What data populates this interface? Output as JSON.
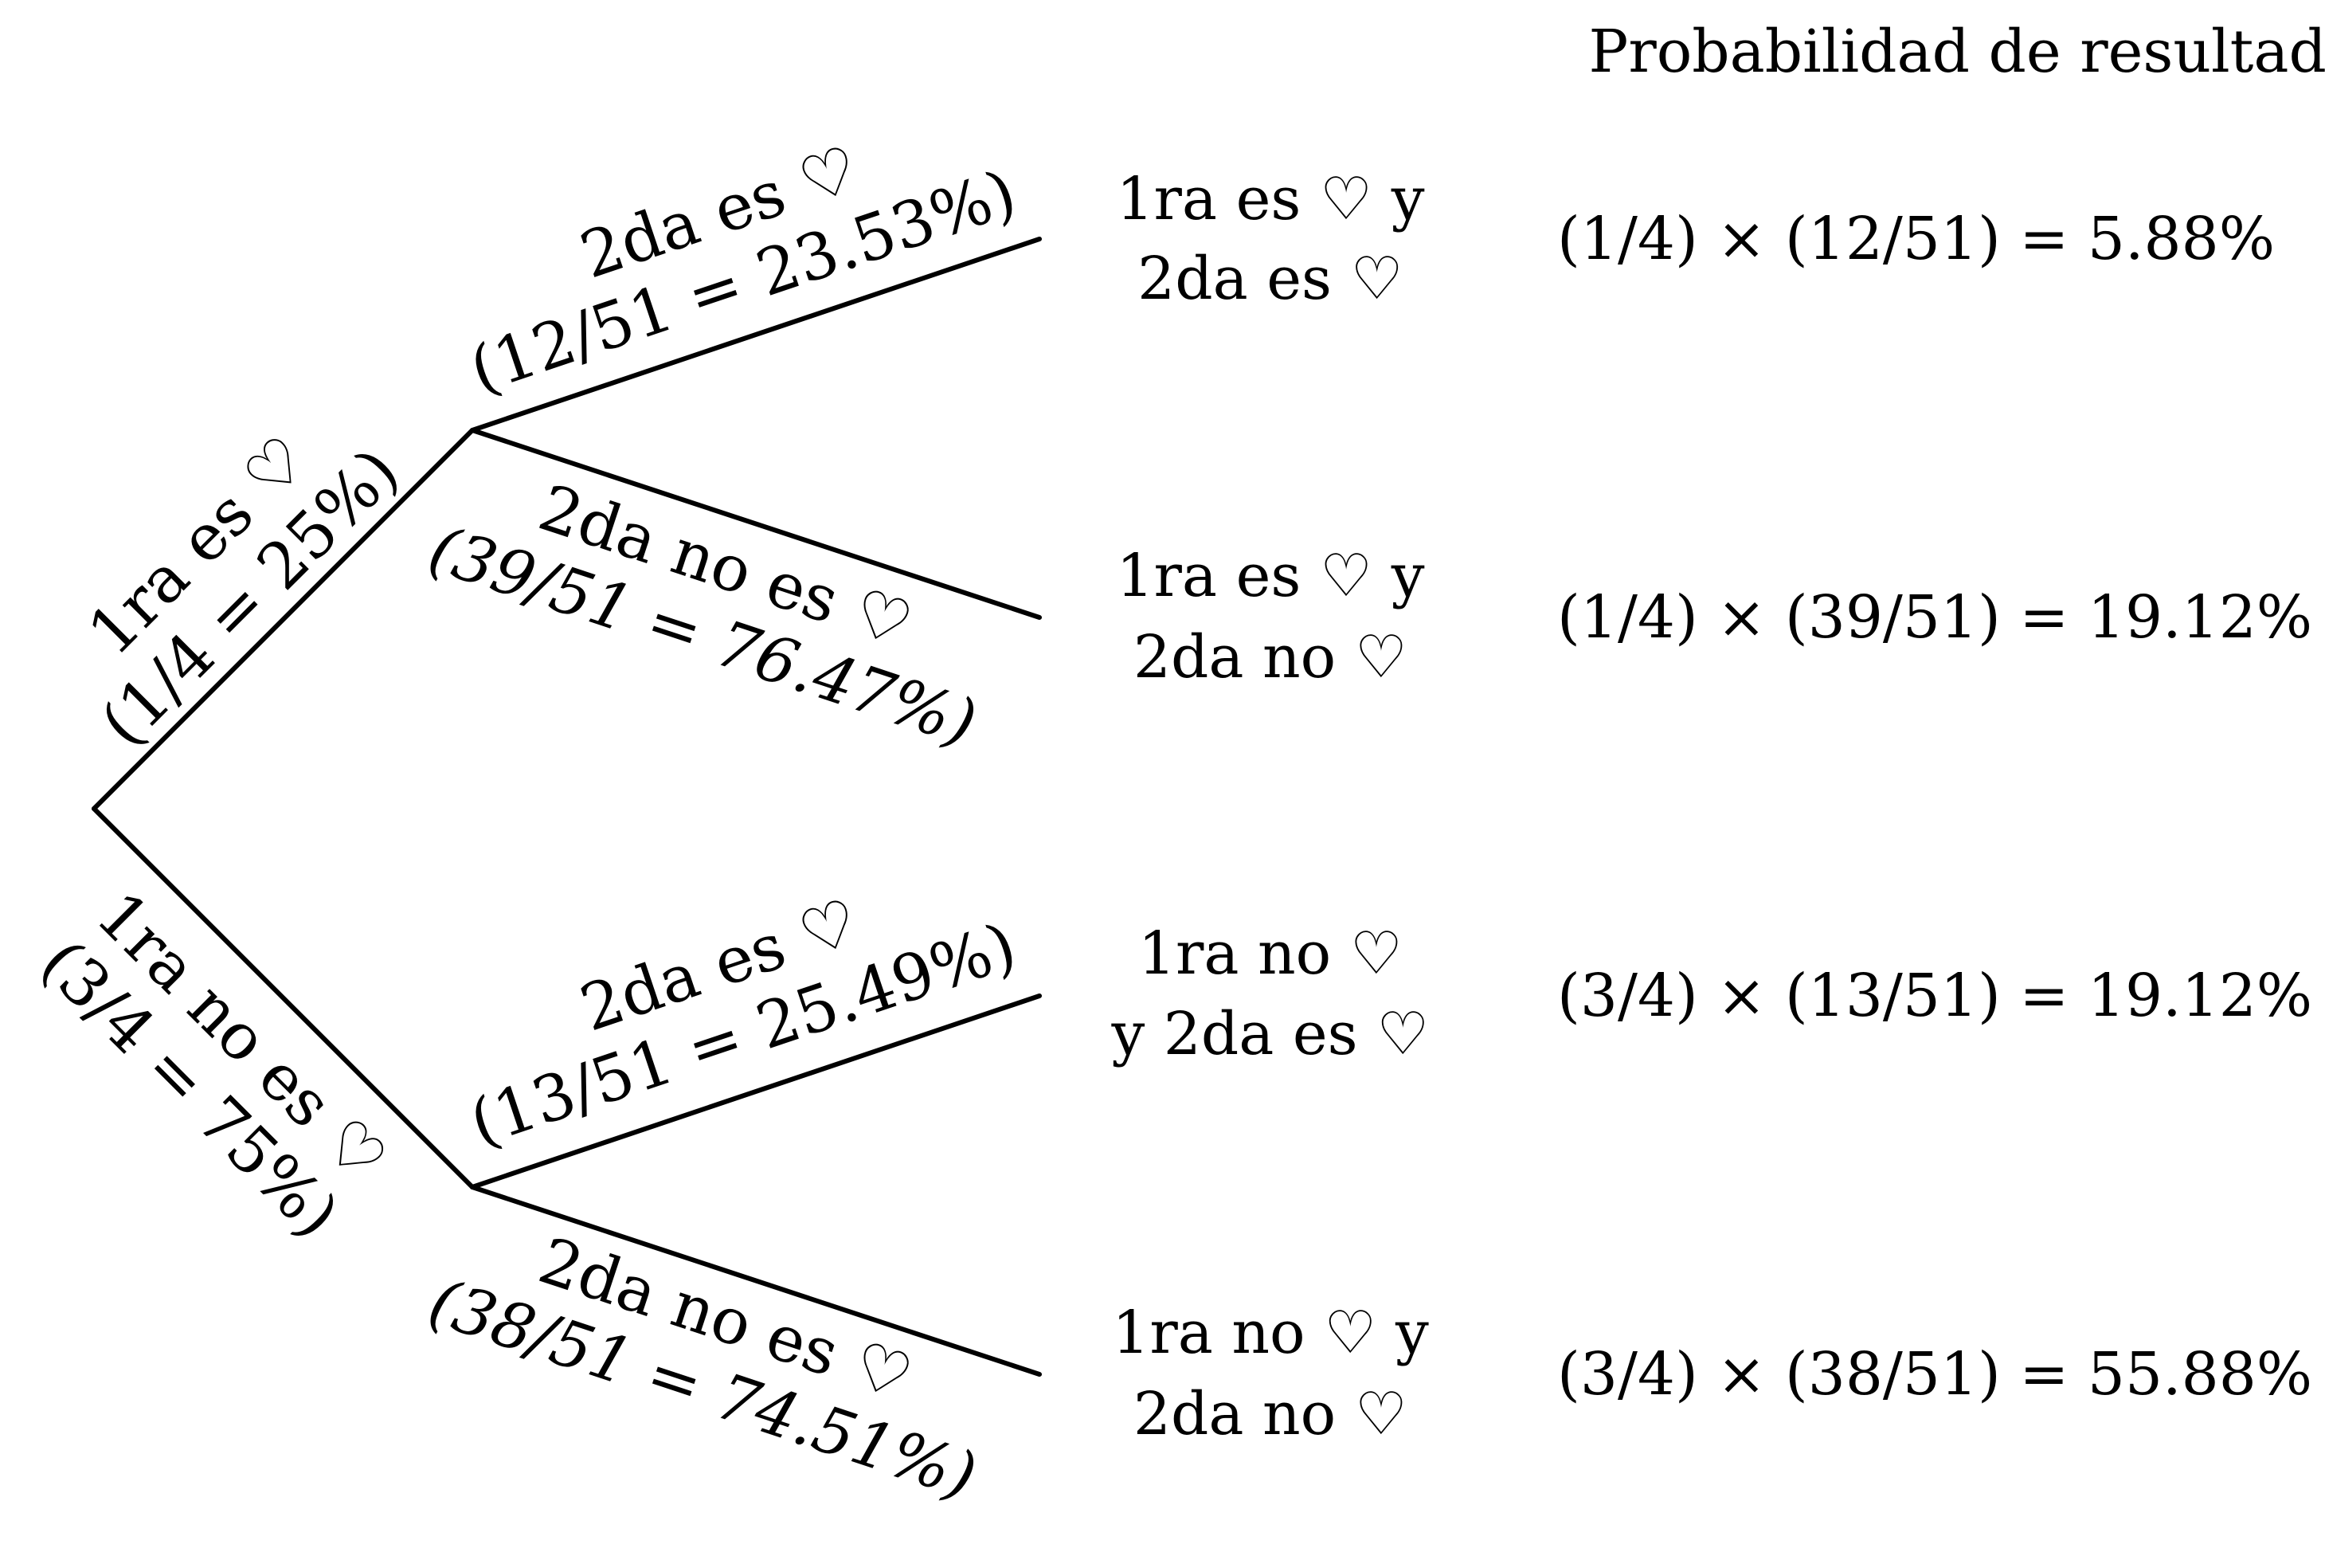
{
  "column_header": "Probabilidad de resultado",
  "first_draw": {
    "heart": {
      "label": "1ra es ♡",
      "probability": "(1/4 = 25%)"
    },
    "not_heart": {
      "label": "1ra no es ♡",
      "probability": "(3/4 = 75%)"
    }
  },
  "second_draw": [
    {
      "label": "2da es ♡",
      "probability": "(12/51 = 23.53%)"
    },
    {
      "label": "2da no es ♡",
      "probability": "(39/51 = 76.47%)"
    },
    {
      "label": "2da es ♡",
      "probability": "(13/51 = 25.49%)"
    },
    {
      "label": "2da no es ♡",
      "probability": "(38/51 = 74.51%)"
    }
  ],
  "outcomes": [
    {
      "line1": "1ra es ♡ y",
      "line2": "2da es ♡",
      "result": "(1/4) × (12/51) = 5.88%"
    },
    {
      "line1": "1ra es ♡ y",
      "line2": "2da no ♡",
      "result": "(1/4) × (39/51) = 19.12%"
    },
    {
      "line1": "1ra no ♡",
      "line2": "y 2da es ♡",
      "result": "(3/4) × (13/51) = 19.12%"
    },
    {
      "line1": "1ra no ♡ y",
      "line2": "2da no ♡",
      "result": "(3/4) × (38/51) = 55.88%"
    }
  ]
}
